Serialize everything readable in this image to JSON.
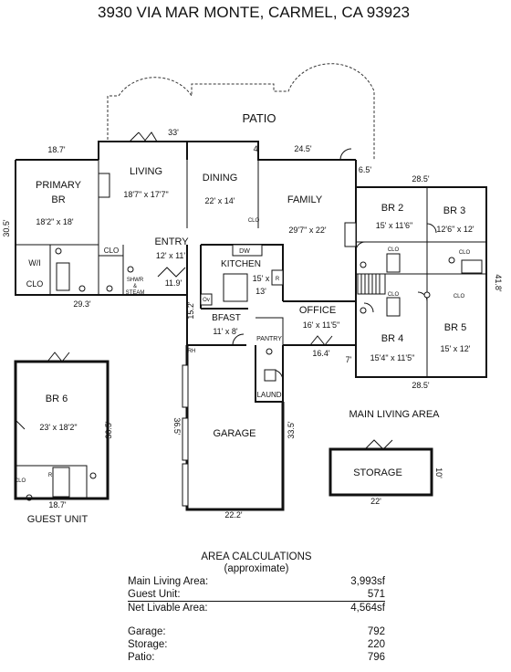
{
  "title": "3930 VIA MAR MONTE, CARMEL, CA 93923",
  "labels": {
    "patio": "PATIO",
    "main_living_area": "MAIN LIVING AREA",
    "guest_unit": "GUEST UNIT"
  },
  "rooms": {
    "primary": {
      "name": "PRIMARY BR",
      "line1": "PRIMARY",
      "line2": "BR",
      "dims": "18'2\" x 18'"
    },
    "living": {
      "name": "LIVING",
      "dims": "18'7\" x 17'7\""
    },
    "dining": {
      "name": "DINING",
      "dims": "22' x 14'"
    },
    "family": {
      "name": "FAMILY",
      "dims": "29'7\" x 22'"
    },
    "entry": {
      "name": "ENTRY",
      "dims": "12' x 11'"
    },
    "kitchen": {
      "name": "KITCHEN",
      "dims": "15' x 13'",
      "dims_a": "15' x",
      "dims_b": "13'"
    },
    "bfast": {
      "name": "BFAST",
      "dims": "11' x 8'"
    },
    "pantry": {
      "name": "PANTRY"
    },
    "office": {
      "name": "OFFICE",
      "dims": "16' x 11'5\""
    },
    "br2": {
      "name": "BR 2",
      "dims": "15' x 11'6\""
    },
    "br3": {
      "name": "BR 3",
      "dims": "12'6\" x 12'"
    },
    "br4": {
      "name": "BR 4",
      "dims": "15'4\" x 11'5\""
    },
    "br5": {
      "name": "BR 5",
      "dims": "15' x 12'"
    },
    "wi": {
      "name": "W/I"
    },
    "shwr": {
      "line1": "SHWR",
      "line2": "&",
      "line3": "STEAM"
    },
    "laund": {
      "name": "LAUND"
    },
    "garage": {
      "name": "GARAGE"
    },
    "br6": {
      "name": "BR 6",
      "dims": "23' x 18'2\""
    },
    "storage": {
      "name": "STORAGE"
    }
  },
  "fixtures": {
    "clo": "CLO",
    "dw": "DW",
    "ov": "Ov",
    "r": "R",
    "rh": "RH"
  },
  "dims": {
    "top_left": "18.7'",
    "patio_33": "33'",
    "patio_4": "4'",
    "top_245": "24.5'",
    "side_65": "6.5'",
    "top_285": "28.5'",
    "left_305": "30.5'",
    "right_418": "41.8'",
    "bottom_293": "29.3'",
    "entry_119": "11.9'",
    "bfast_152": "15.2'",
    "office_164": "16.4'",
    "office_7": "7'",
    "bottom_285": "28.5'",
    "garage_365": "36.5'",
    "garage_335": "33.5'",
    "garage_222": "22.2'",
    "guest_305": "30.5'",
    "guest_187": "18.7'",
    "storage_10": "10'",
    "storage_22": "22'"
  },
  "area_calculations": {
    "heading1": "AREA CALCULATIONS",
    "heading2": "(approximate)",
    "rows": [
      {
        "label": "Main Living Area:",
        "value": "3,993sf"
      },
      {
        "label": "Guest Unit:",
        "value": "571"
      },
      {
        "label": "Net Livable Area:",
        "value": "4,564sf"
      }
    ],
    "rows2": [
      {
        "label": "Garage:",
        "value": "792"
      },
      {
        "label": "Storage:",
        "value": "220"
      },
      {
        "label": "Patio:",
        "value": "796"
      }
    ]
  }
}
